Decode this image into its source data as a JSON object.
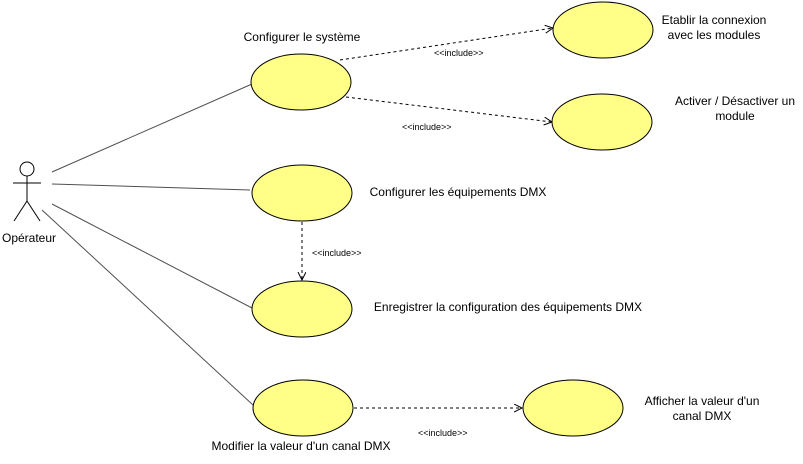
{
  "actor": {
    "name": "Opérateur"
  },
  "use_cases": {
    "configurer_systeme": "Configurer le système",
    "etablir_connexion": "Etablir la connexion avec les modules",
    "activer_module": "Activer / Désactiver un module",
    "configurer_dmx": "Configurer les équipements DMX",
    "enregistrer_config": "Enregistrer la configuration des équipements DMX",
    "modifier_canal": "Modifier la valeur d'un canal DMX",
    "afficher_canal": "Afficher la valeur d'un canal DMX"
  },
  "relations": {
    "include_1": "<<include>>",
    "include_2": "<<include>>",
    "include_3": "<<include>>",
    "include_4": "<<include>>"
  },
  "colors": {
    "use_case_fill": "#ffff88",
    "stroke": "#000000"
  }
}
